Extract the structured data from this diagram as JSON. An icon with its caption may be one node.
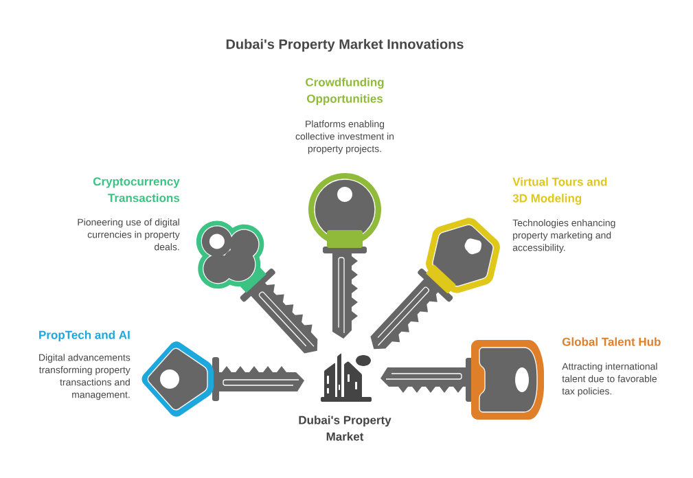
{
  "diagram": {
    "title": "Dubai's Property Market Innovations",
    "nodes": [
      {
        "text": [
          "Crowdfunding Opportunities",
          "Platforms enabling collective investment in property projects."
        ]
      },
      {
        "text": [
          "Cryptocurrency Transactions",
          "Pioneering use of digital currencies in property deals."
        ]
      },
      {
        "text": [
          "Virtual Tours and 3D Modeling",
          "Technologies enhancing property marketing and accessibility."
        ]
      },
      {
        "text": [
          "PropTech and AI",
          "Digital advancements transforming property transactions and management."
        ]
      },
      {
        "text": [
          "Global Talent Hub",
          "Attracting international talent due to favorable tax policies."
        ]
      },
      {
        "text": [
          "Dubai's Property Market"
        ]
      }
    ]
  }
}
